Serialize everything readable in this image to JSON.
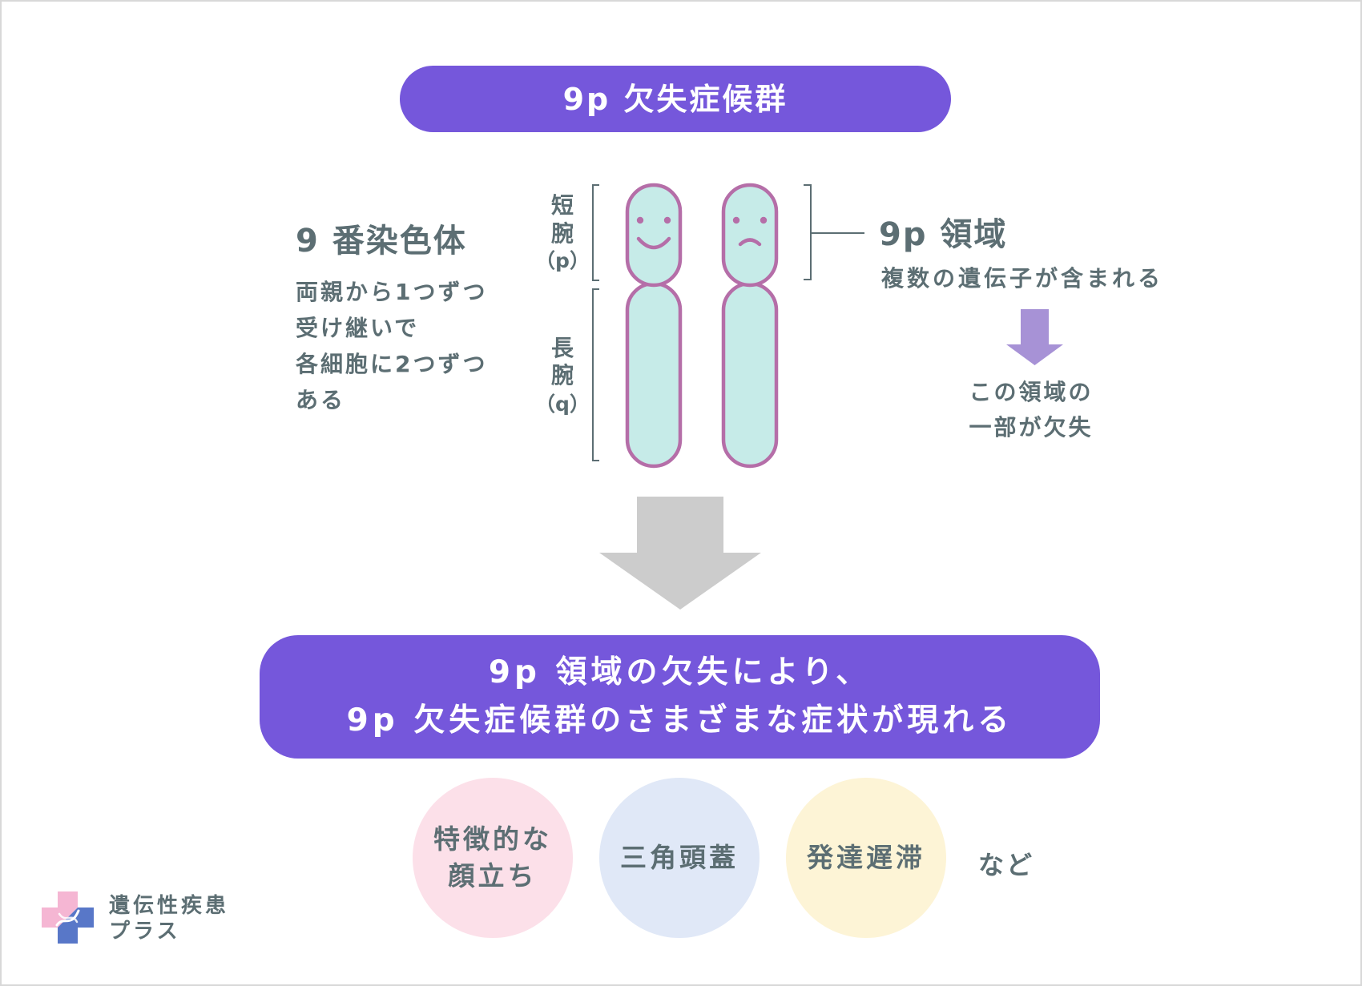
{
  "title": "9p 欠失症候群",
  "chromosome": {
    "heading": "9 番染色体",
    "description": [
      "両親から1つずつ",
      "受け継いで",
      "各細胞に2つずつ",
      "ある"
    ],
    "short_arm_label": [
      "短",
      "腕",
      "（p）"
    ],
    "long_arm_label": [
      "長",
      "腕",
      "（q）"
    ]
  },
  "region": {
    "heading": "9p 領域",
    "description": "複数の遺伝子が含まれる",
    "deletion_note": [
      "この領域の",
      "一部が欠失"
    ]
  },
  "result": {
    "lines": [
      "9p 領域の欠失により、",
      "9p 欠失症候群のさまざまな症状が現れる"
    ]
  },
  "symptoms": [
    {
      "label": [
        "特徴的な",
        "顔立ち"
      ],
      "color": "#fce0e9"
    },
    {
      "label": [
        "三角頭蓋"
      ],
      "color": "#e0e8f7"
    },
    {
      "label": [
        "発達遅滞"
      ],
      "color": "#fdf4d6"
    }
  ],
  "symptoms_suffix": "など",
  "logo": {
    "lines": [
      "遺伝性疾患",
      "プラス"
    ]
  },
  "icons": {
    "chromosome_1_face": "smiling-face-icon",
    "chromosome_2_face": "sad-face-icon",
    "region_arrow": "down-arrow-icon",
    "main_arrow": "large-down-arrow-icon",
    "logo": "medical-cross-dna-icon"
  },
  "colors": {
    "primary": "#7557db",
    "text": "#5c6e73",
    "chromosome_fill": "#c6ebe8",
    "chromosome_outline": "#b56ea8",
    "arrow_accent": "#a792d6",
    "arrow_neutral": "#cccccc",
    "logo_pink": "#f5b6d3",
    "logo_blue": "#5877c8"
  }
}
